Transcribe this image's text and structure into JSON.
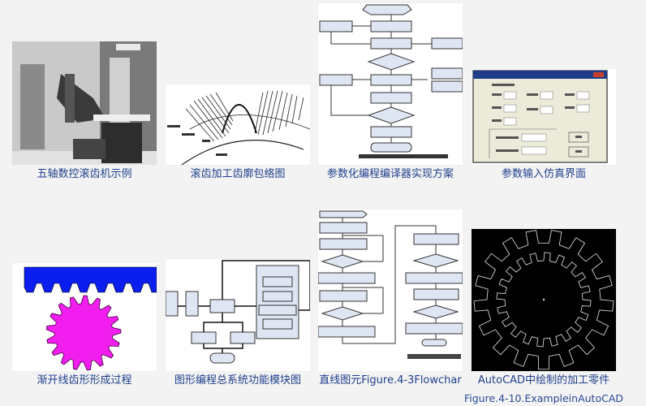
{
  "gallery": {
    "items": [
      {
        "caption": "五轴数控滚齿机示例",
        "thumb_icon": "hobbing-machine-photo"
      },
      {
        "caption": "滚齿加工齿廓包络图",
        "thumb_icon": "tooth-profile-envelope-diagram"
      },
      {
        "caption": "参数化编程编译器实现方案",
        "thumb_icon": "compiler-flowchart"
      },
      {
        "caption": "参数输入仿真界面",
        "thumb_icon": "parameter-dialog-screenshot"
      },
      {
        "caption": "渐开线齿形形成过程",
        "thumb_icon": "involute-rack-gear"
      },
      {
        "caption": "图形编程总系统功能模块图",
        "thumb_icon": "module-block-diagram"
      },
      {
        "caption": "直线图元Figure.4-3Flowchar",
        "thumb_icon": "line-primitive-flowchart"
      },
      {
        "caption": "AutoCAD中绘制的加工零件",
        "caption2": "Figure.4-10.ExampleinAutoCAD",
        "thumb_icon": "autocad-gear-drawing"
      }
    ],
    "colors": {
      "caption": "#1f3f8c",
      "background": "#f3f3f3",
      "rack": "#0a1ef0",
      "gear": "#f21ef0"
    }
  }
}
